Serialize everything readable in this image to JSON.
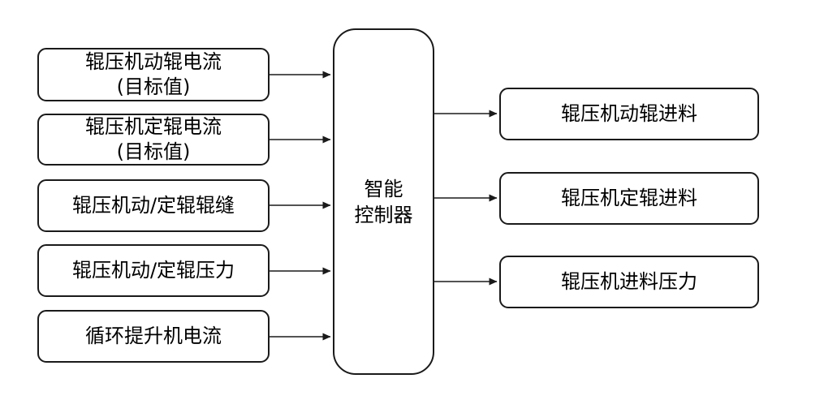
{
  "diagram": {
    "title_hint": "roller-press intelligent control diagram",
    "colors": {
      "background": "#ffffff",
      "line": "#1a1a1a",
      "text": "#000000"
    },
    "controller": {
      "lines": [
        "智能",
        "控制器"
      ]
    },
    "inputs": [
      {
        "lines": [
          "辊压机动辊电流",
          "(目标值)"
        ]
      },
      {
        "lines": [
          "辊压机定辊电流",
          "(目标值)"
        ]
      },
      {
        "lines": [
          "辊压机动/定辊辊缝"
        ]
      },
      {
        "lines": [
          "辊压机动/定辊压力"
        ]
      },
      {
        "lines": [
          "循环提升机电流"
        ]
      }
    ],
    "outputs": [
      {
        "lines": [
          "辊压机动辊进料"
        ]
      },
      {
        "lines": [
          "辊压机定辊进料"
        ]
      },
      {
        "lines": [
          "辊压机进料压力"
        ]
      }
    ]
  }
}
